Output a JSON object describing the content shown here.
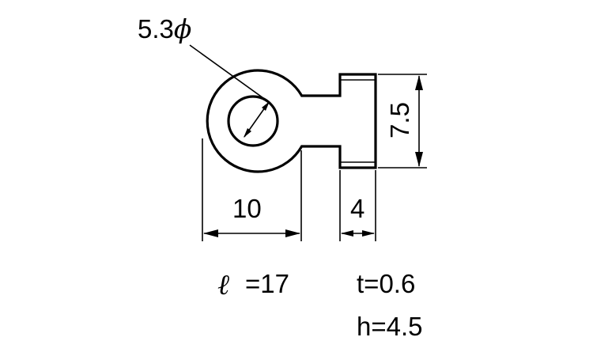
{
  "dimensions": {
    "hole_diameter": "5.3",
    "hole_diameter_symbol": "ϕ",
    "ring_width": "10",
    "barrel_length": "4",
    "barrel_height": "7.5"
  },
  "specs": {
    "length_symbol": "ℓ",
    "length_value": "=17",
    "thickness": "t=0.6",
    "height": "h=4.5"
  }
}
